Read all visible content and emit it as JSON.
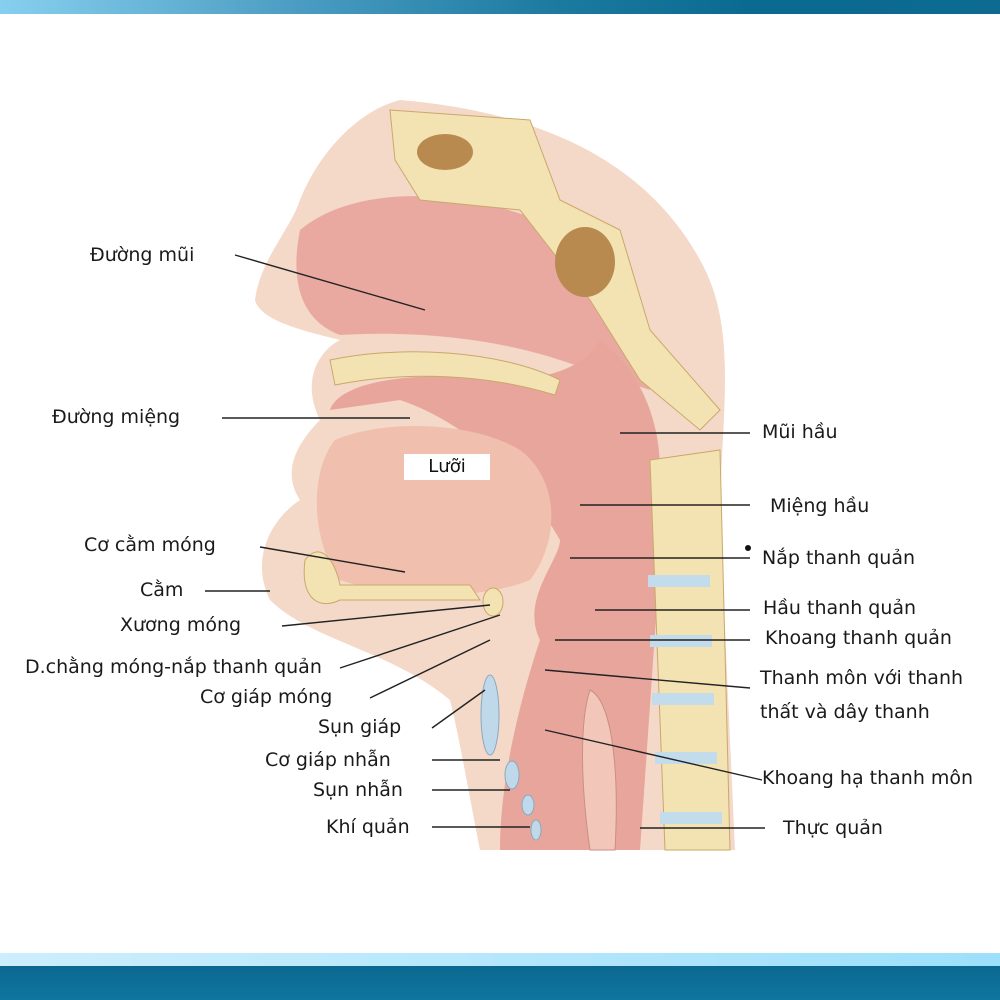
{
  "colors": {
    "top_bar_start": "#87cfee",
    "top_bar_end": "#0a6a92",
    "footer": "#0d6b92",
    "band": "#b5e8fc",
    "tissue": "#e9a9a0",
    "skin": "#f4d4c4",
    "bone": "#f3e3b3"
  },
  "tongue_label": "Lưỡi",
  "left_labels": [
    "Đường mũi",
    "Đường miệng",
    "Cơ cằm móng",
    "Cằm",
    "Xương móng",
    "D.chằng móng-nắp thanh quản",
    "Cơ giáp móng",
    "Sụn giáp",
    "Cơ giáp nhẫn",
    "Sụn nhẫn",
    "Khí quản"
  ],
  "right_labels": [
    "Mũi hầu",
    "Miệng hầu",
    "Nắp thanh quản",
    "Hầu thanh quản",
    "Khoang thanh quản",
    "Thanh môn với thanh",
    "thất và dây thanh",
    "Khoang hạ thanh môn",
    "Thực quản"
  ]
}
